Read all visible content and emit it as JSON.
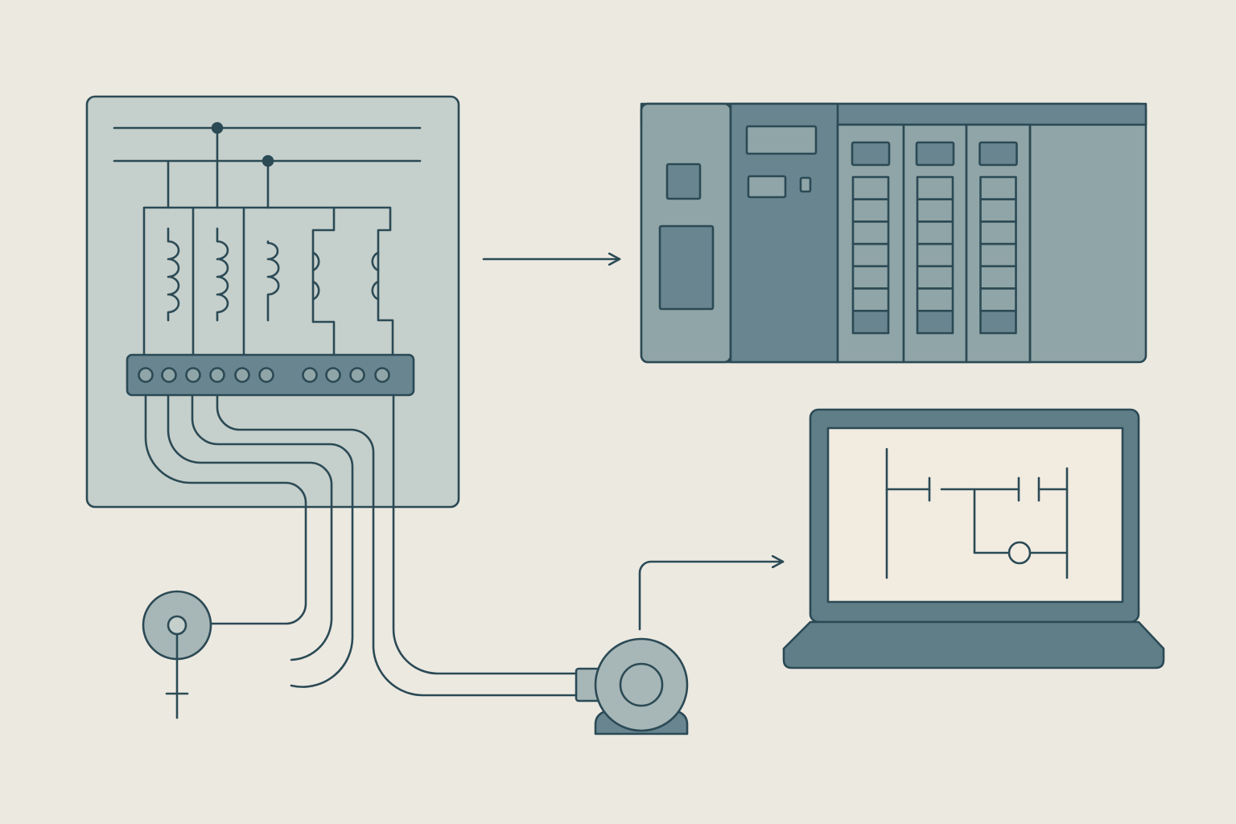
{
  "colors": {
    "background": "#ECE9E1",
    "stroke": "#2B4A55",
    "panel_fill": "#C5CFCB",
    "plc_light": "#90A5A7",
    "plc_dark": "#688590",
    "terminal_fill": "#688590",
    "module_fill": "#90A5A7",
    "screen_fill": "#F1EBE0",
    "laptop_fill": "#5F7E88",
    "motor_fill": "#A7B6B6"
  },
  "components": {
    "control_panel": {
      "icon": "electrical-control-panel-icon",
      "relay_coils": 3,
      "contact_blocks": 2,
      "terminals": 10
    },
    "plc": {
      "icon": "plc-rack-icon",
      "io_modules": 3,
      "leds_per_module": 7
    },
    "laptop": {
      "icon": "laptop-icon",
      "screen_content": "ladder-logic-icon"
    },
    "motor": {
      "icon": "electric-motor-icon"
    },
    "sensor": {
      "icon": "sensor-icon"
    }
  },
  "connections": [
    {
      "from": "control_panel",
      "to": "plc",
      "icon": "arrow-right-icon"
    },
    {
      "from": "motor",
      "to": "laptop",
      "icon": "arrow-right-icon"
    }
  ]
}
